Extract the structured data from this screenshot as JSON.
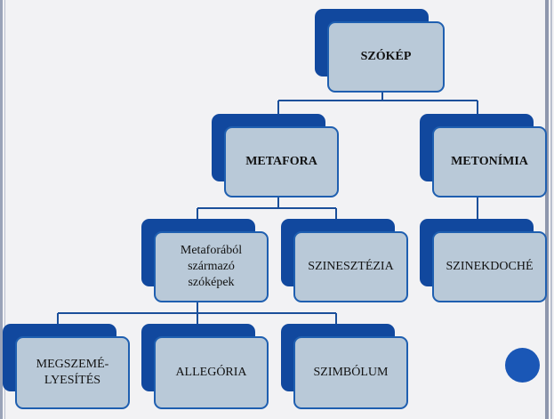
{
  "colors": {
    "back_panel": "#11489e",
    "front_panel": "#b9c9d8",
    "connector": "#1b4f9a",
    "accent_circle": "#1a57b6"
  },
  "nodes": {
    "root": "SZÓKÉP",
    "metafora": "METAFORA",
    "metonimia": "METONÍMIA",
    "metaforabol": [
      "Metaforából",
      "származó",
      "szóképek"
    ],
    "szinesztezia": "SZINESZTÉZIA",
    "szinekdoche": "SZINEKDOCHÉ",
    "megszemelyesites": [
      "MEGSZEMÉ-",
      "LYESÍTÉS"
    ],
    "allegoria": "ALLEGÓRIA",
    "szimbolum": "SZIMBÓLUM"
  }
}
